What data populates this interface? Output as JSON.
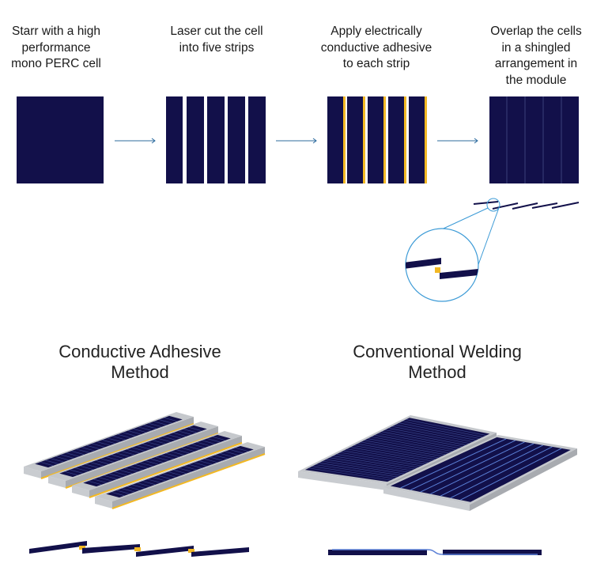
{
  "steps": [
    {
      "caption": "Starr with a high\nperformance\nmono PERC cell"
    },
    {
      "caption": "Laser cut the cell\ninto five strips"
    },
    {
      "caption": "Apply electrically\nconductive adhesive\nto each strip"
    },
    {
      "caption": "Overlap the cells\nin a shingled\narrangement in\nthe module"
    }
  ],
  "methods": {
    "left_title": "Conductive Adhesive\nMethod",
    "right_title": "Conventional Welding\nMethod"
  },
  "colors": {
    "cell": "#12104a",
    "adhesive": "#f2b824",
    "arrow": "#2d6b9e",
    "zoom": "#3b9ad6",
    "frame": "#b9bcc0",
    "ribbon": "#5a7fd6"
  }
}
